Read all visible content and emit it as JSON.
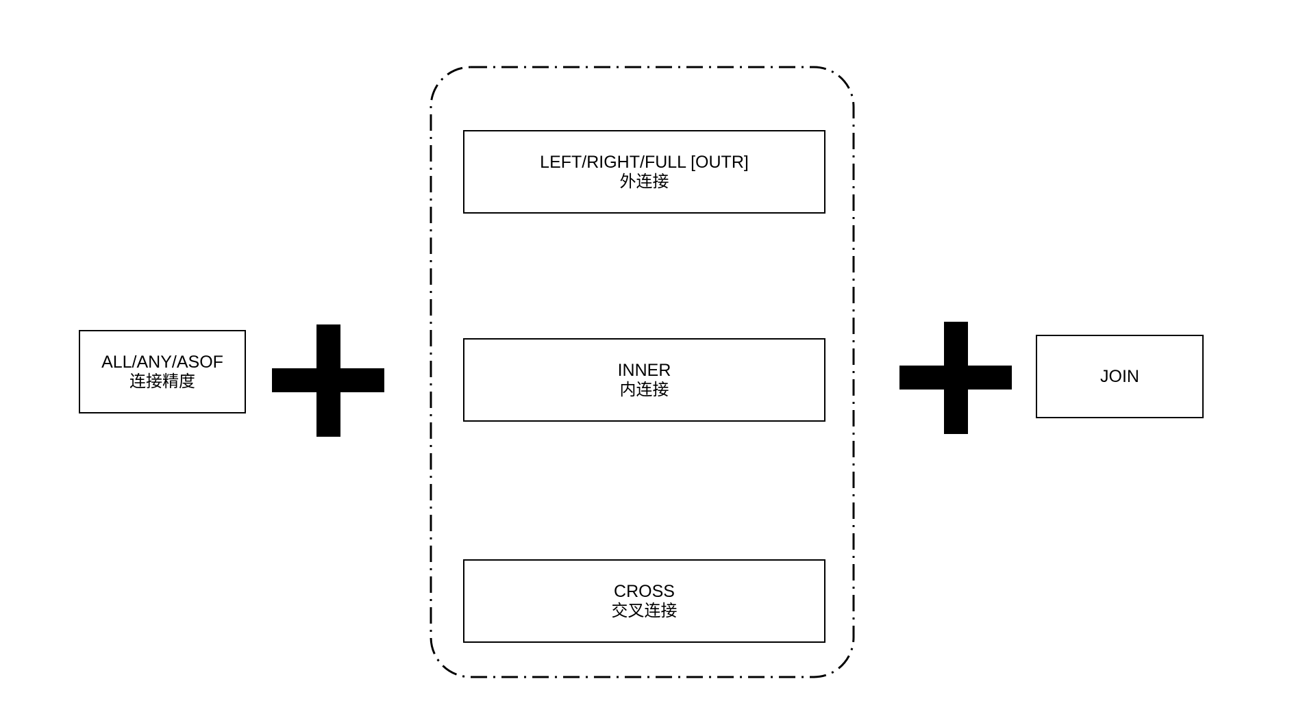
{
  "diagram": {
    "precision_box": {
      "line1": "ALL/ANY/ASOF",
      "line2": "连接精度"
    },
    "join_types": [
      {
        "line1": "LEFT/RIGHT/FULL [OUTR]",
        "line2": "外连接"
      },
      {
        "line1": "INNER",
        "line2": "内连接"
      },
      {
        "line1": "CROSS",
        "line2": "交叉连接"
      }
    ],
    "join_box": {
      "label": "JOIN"
    },
    "plus_symbols": [
      "plus-icon",
      "plus-icon"
    ],
    "group_border": "dash-dot rounded rectangle",
    "colors": {
      "stroke": "#000000",
      "background": "#ffffff"
    }
  }
}
